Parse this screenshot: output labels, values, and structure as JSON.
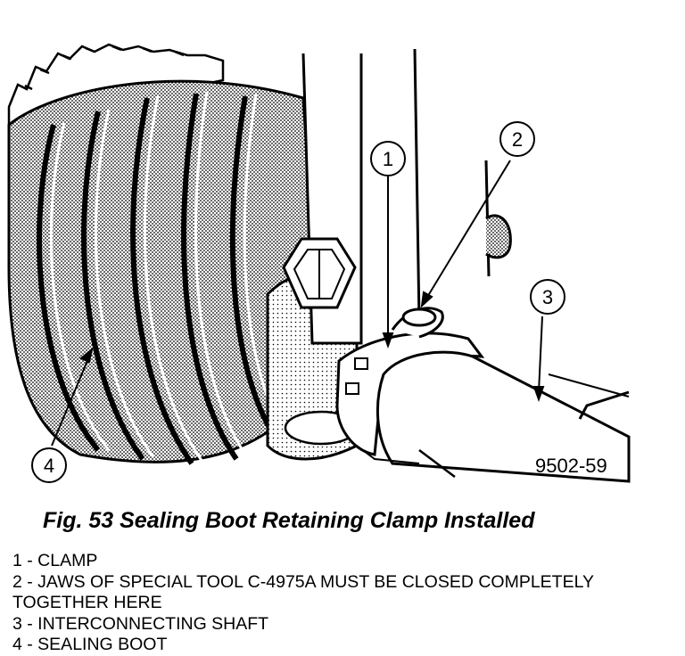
{
  "figure": {
    "drawing_code": "9502-59",
    "caption": "Fig. 53 Sealing Boot Retaining Clamp Installed"
  },
  "callouts": [
    "1",
    "2",
    "3",
    "4"
  ],
  "legend": [
    "1 - CLAMP",
    "2 - JAWS OF SPECIAL TOOL C-4975A MUST BE CLOSED COMPLETELY TOGETHER HERE",
    "3 - INTERCONNECTING SHAFT",
    "4 - SEALING BOOT"
  ]
}
